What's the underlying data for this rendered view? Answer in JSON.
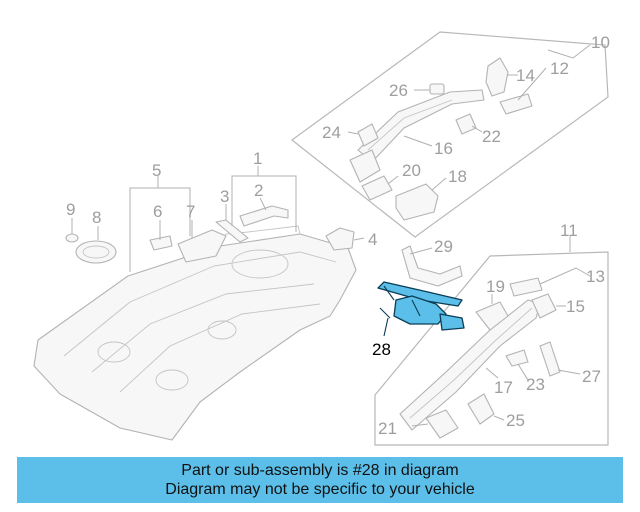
{
  "callouts": {
    "c1": "1",
    "c2": "2",
    "c3": "3",
    "c4": "4",
    "c5": "5",
    "c6": "6",
    "c7": "7",
    "c8": "8",
    "c9": "9",
    "c10": "10",
    "c11": "11",
    "c12": "12",
    "c13": "13",
    "c14": "14",
    "c15": "15",
    "c16": "16",
    "c17": "17",
    "c18": "18",
    "c19": "19",
    "c20": "20",
    "c21": "21",
    "c22": "22",
    "c23": "23",
    "c24": "24",
    "c25": "25",
    "c26": "26",
    "c27": "27",
    "c28": "28",
    "c29": "29"
  },
  "highlight": {
    "part_number": "28",
    "color": "#5bbfe9",
    "outline_color": "#0b3d57"
  },
  "banner": {
    "line1": "Part or sub-assembly is #28 in diagram",
    "line2": "Diagram may not be specific to your vehicle",
    "background": "#5bbfe9"
  }
}
